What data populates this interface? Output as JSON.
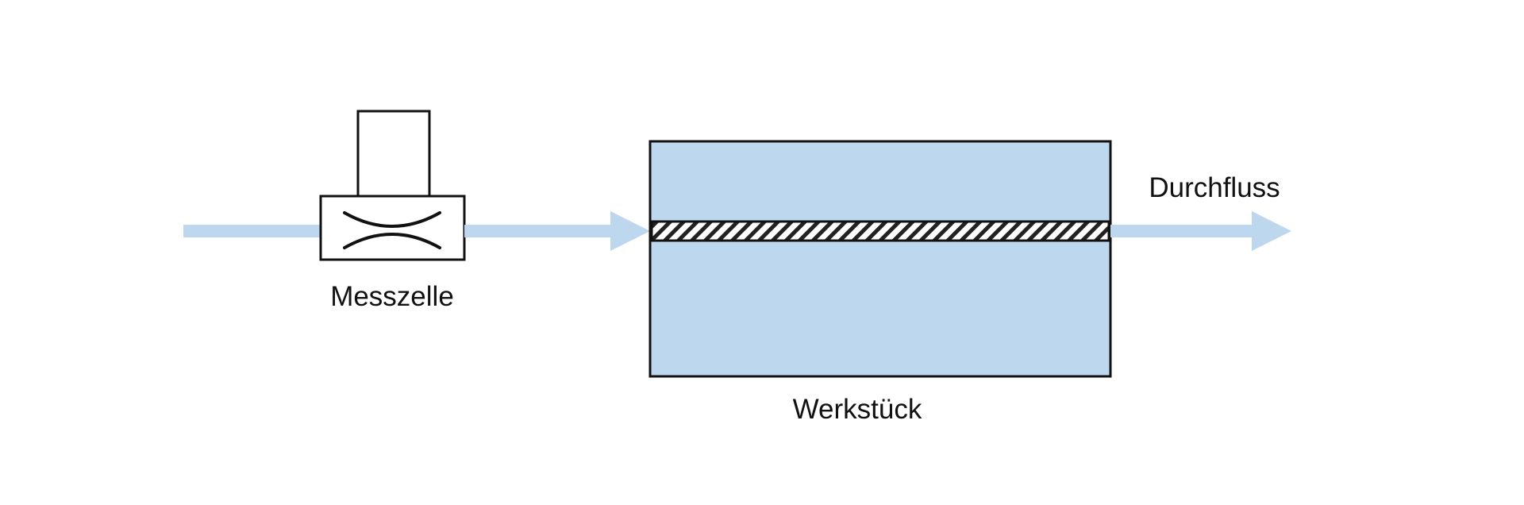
{
  "labels": {
    "measuring_cell": "Messzelle",
    "workpiece": "Werkstück",
    "flow": "Durchfluss"
  },
  "colors": {
    "flow": "#bdd7ee",
    "workpiece_fill": "#bdd7ee",
    "outline": "#111111",
    "background": "#ffffff"
  }
}
